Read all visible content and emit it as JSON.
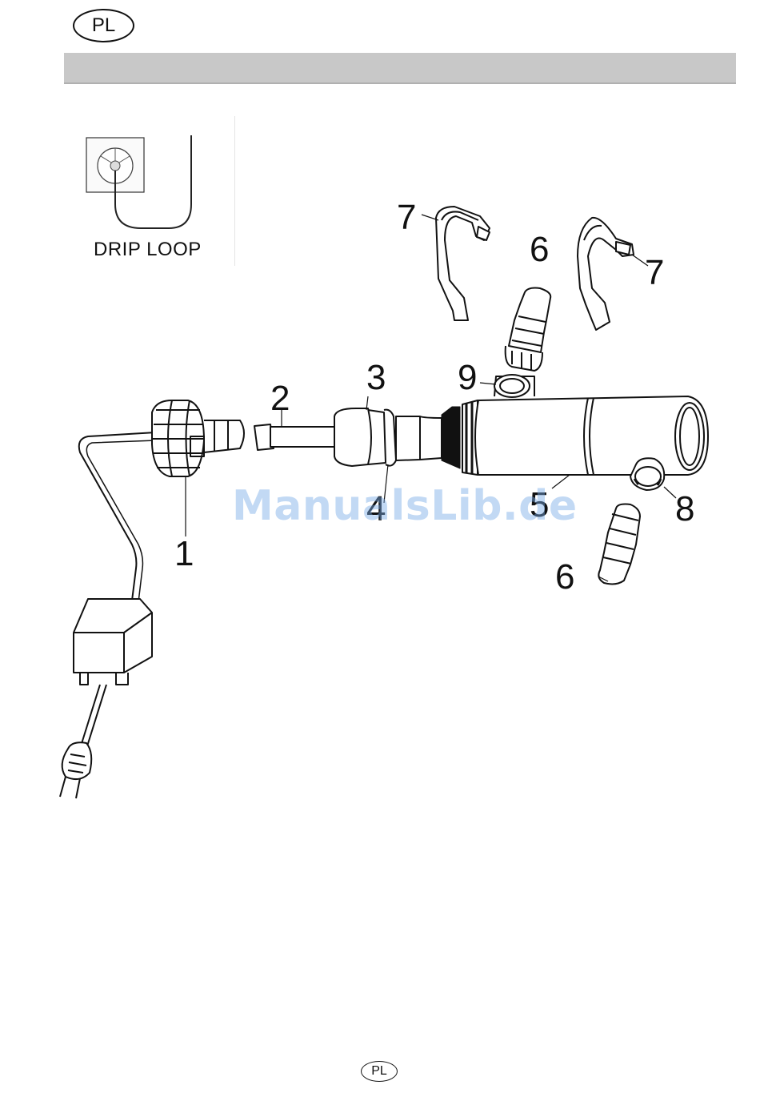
{
  "language_code": "PL",
  "inset": {
    "label": "DRIP LOOP"
  },
  "callouts": [
    {
      "id": "1",
      "label": "1"
    },
    {
      "id": "2",
      "label": "2"
    },
    {
      "id": "3",
      "label": "3"
    },
    {
      "id": "4",
      "label": "4"
    },
    {
      "id": "5",
      "label": "5"
    },
    {
      "id": "6a",
      "label": "6"
    },
    {
      "id": "6b",
      "label": "6"
    },
    {
      "id": "7a",
      "label": "7"
    },
    {
      "id": "7b",
      "label": "7"
    },
    {
      "id": "8",
      "label": "8"
    },
    {
      "id": "9",
      "label": "9"
    }
  ],
  "watermark": "ManualsLib.de",
  "footer": {
    "language_code": "PL"
  }
}
